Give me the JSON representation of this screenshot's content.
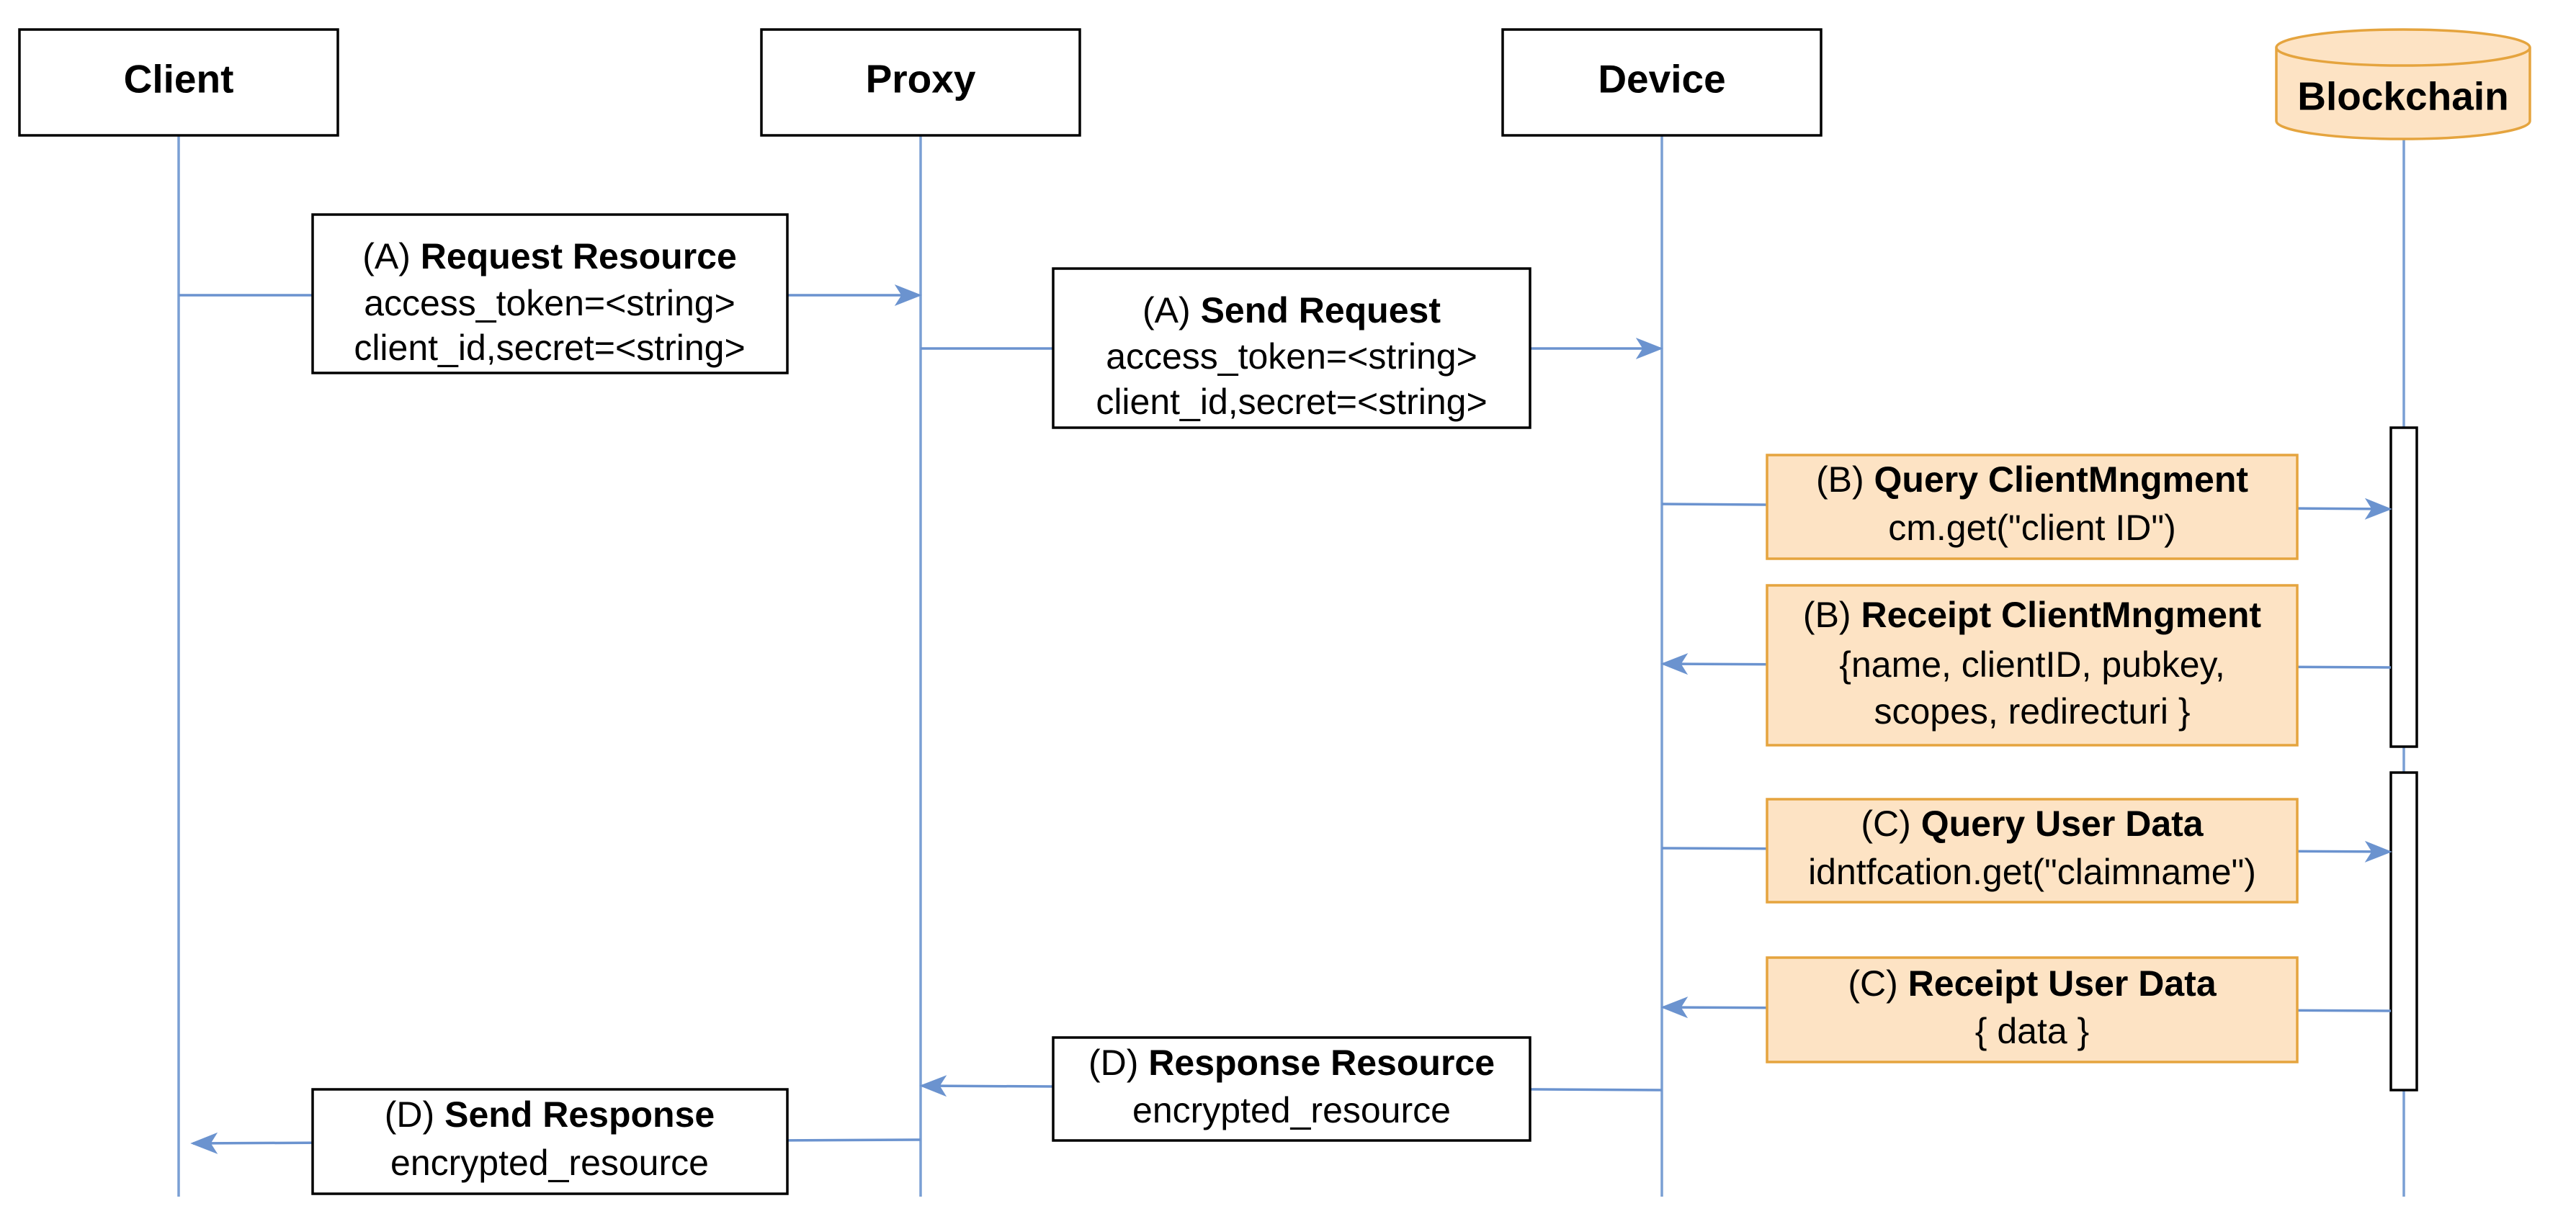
{
  "participants": {
    "client": "Client",
    "proxy": "Proxy",
    "device": "Device",
    "blockchain": "Blockchain"
  },
  "messages": {
    "request_resource": {
      "step": "(A)",
      "title": "Request Resource",
      "lines": [
        "access_token=<string>",
        "client_id,secret=<string>"
      ]
    },
    "send_request": {
      "step": "(A)",
      "title": "Send Request",
      "lines": [
        "access_token=<string>",
        "client_id,secret=<string>"
      ]
    },
    "query_client_mngment": {
      "step": "(B)",
      "title": "Query ClientMngment",
      "lines": [
        "cm.get(\"client ID\")"
      ]
    },
    "receipt_client_mngment": {
      "step": "(B)",
      "title": "Receipt ClientMngment",
      "lines": [
        "{name, clientID, pubkey,",
        "scopes, redirecturi }"
      ]
    },
    "query_user_data": {
      "step": "(C)",
      "title": "Query User Data",
      "lines": [
        "idntfcation.get(\"claimname\")"
      ]
    },
    "receipt_user_data": {
      "step": "(C)",
      "title": "Receipt User Data",
      "lines": [
        "{ data }"
      ]
    },
    "response_resource": {
      "step": "(D)",
      "title": "Response Resource",
      "lines": [
        "encrypted_resource"
      ]
    },
    "send_response": {
      "step": "(D)",
      "title": "Send Response",
      "lines": [
        "encrypted_resource"
      ]
    }
  },
  "colors": {
    "lifeline": "#7a9fd4",
    "arrow": "#6b93cf",
    "chain_fill": "#fde3c4",
    "chain_stroke": "#e5a43e"
  }
}
